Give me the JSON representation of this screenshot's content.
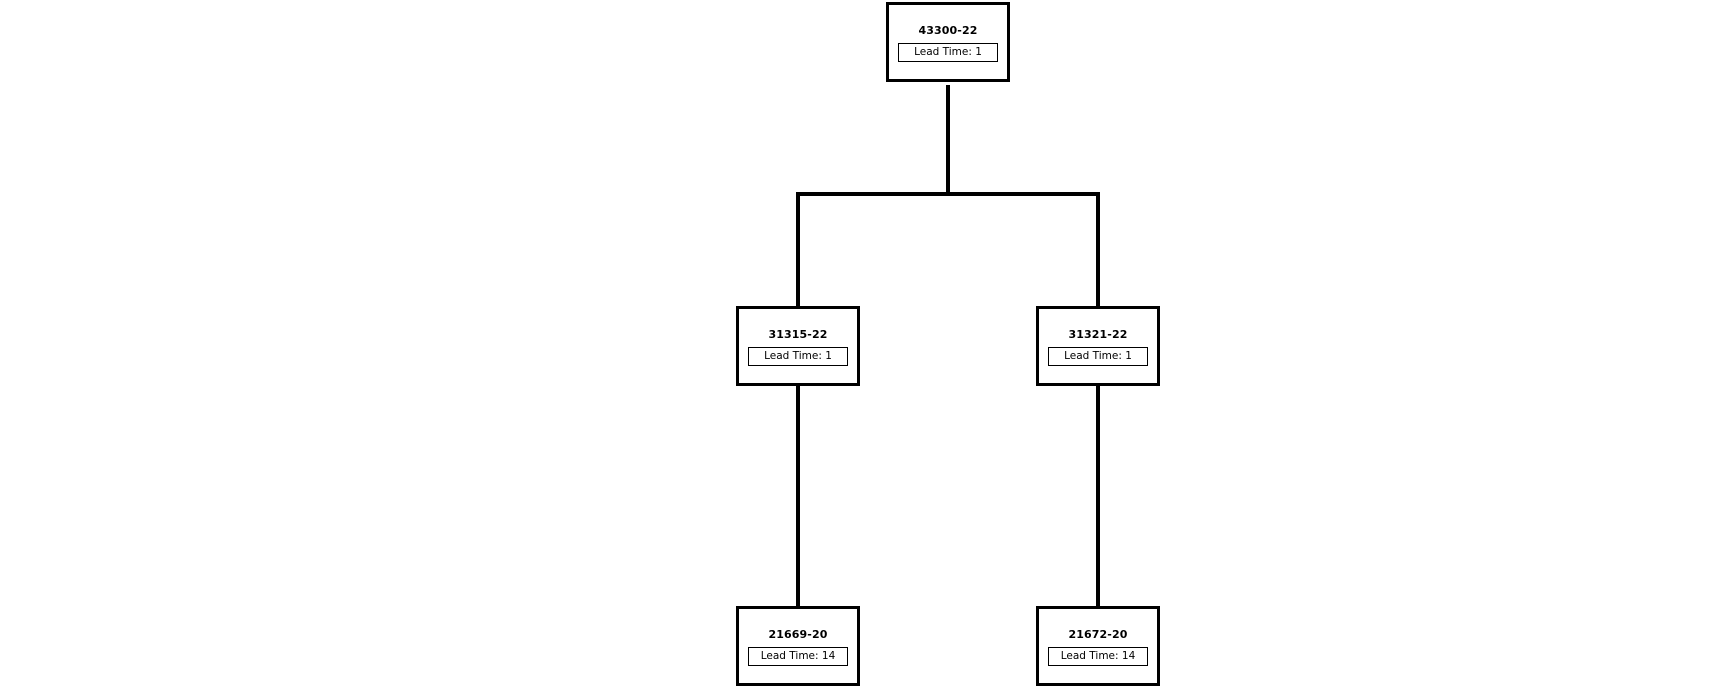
{
  "diagram": {
    "type": "product-structure-tree",
    "orientation": "top-down",
    "background_color": "#ffffff",
    "line_color": "#000000",
    "node_border_color": "#000000",
    "node_fill_color": "#ffffff",
    "attribute_label": "Lead Time",
    "nodes": [
      {
        "id": "root",
        "part_number": "43300-22",
        "attribute": "Lead Time: 1",
        "lead_time": 1,
        "level": 0
      },
      {
        "id": "child-left",
        "part_number": "31315-22",
        "attribute": "Lead Time: 1",
        "lead_time": 1,
        "level": 1
      },
      {
        "id": "child-right",
        "part_number": "31321-22",
        "attribute": "Lead Time: 1",
        "lead_time": 1,
        "level": 1
      },
      {
        "id": "leaf-left",
        "part_number": "21669-20",
        "attribute": "Lead Time: 14",
        "lead_time": 14,
        "level": 2
      },
      {
        "id": "leaf-right",
        "part_number": "21672-20",
        "attribute": "Lead Time: 14",
        "lead_time": 14,
        "level": 2
      }
    ],
    "edges": [
      {
        "from": "root",
        "to": "child-left"
      },
      {
        "from": "root",
        "to": "child-right"
      },
      {
        "from": "child-left",
        "to": "leaf-left"
      },
      {
        "from": "child-right",
        "to": "leaf-right"
      }
    ]
  }
}
